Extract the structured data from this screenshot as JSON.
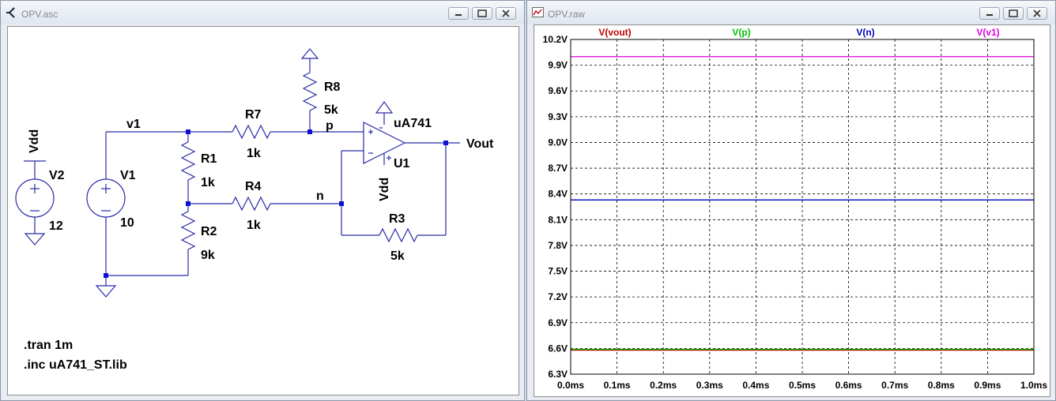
{
  "schematic_window": {
    "title": "OPV.asc",
    "components": {
      "vdd_label": "Vdd",
      "v2": {
        "name": "V2",
        "value": "12"
      },
      "v1": {
        "name": "V1",
        "value": "10"
      },
      "r1": {
        "name": "R1",
        "value": "1k"
      },
      "r2": {
        "name": "R2",
        "value": "9k"
      },
      "r3": {
        "name": "R3",
        "value": "5k"
      },
      "r4": {
        "name": "R4",
        "value": "1k"
      },
      "r7": {
        "name": "R7",
        "value": "1k"
      },
      "r8": {
        "name": "R8",
        "value": "5k"
      },
      "u1": {
        "name": "U1",
        "model": "uA741",
        "supply": "Vdd"
      }
    },
    "nets": {
      "v1": "v1",
      "p": "p",
      "n": "n",
      "vout": "Vout"
    },
    "directives": [
      ".tran 1m",
      ".inc uA741_ST.lib"
    ]
  },
  "waveform_window": {
    "title": "OPV.raw",
    "legend": [
      {
        "name": "V(vout)",
        "color": "#c00000"
      },
      {
        "name": "V(p)",
        "color": "#00c000"
      },
      {
        "name": "V(n)",
        "color": "#0000c0"
      },
      {
        "name": "V(v1)",
        "color": "#e000e0"
      }
    ]
  },
  "chart_data": {
    "type": "line",
    "x": [
      0,
      1
    ],
    "xlabel": "",
    "ylabel": "",
    "xlim": [
      0,
      1
    ],
    "ylim": [
      6.3,
      10.2
    ],
    "x_ticks": [
      "0.0ms",
      "0.1ms",
      "0.2ms",
      "0.3ms",
      "0.4ms",
      "0.5ms",
      "0.6ms",
      "0.7ms",
      "0.8ms",
      "0.9ms",
      "1.0ms"
    ],
    "y_ticks": [
      "10.2V",
      "9.9V",
      "9.6V",
      "9.3V",
      "9.0V",
      "8.7V",
      "8.4V",
      "8.1V",
      "7.8V",
      "7.5V",
      "7.2V",
      "6.9V",
      "6.6V",
      "6.3V"
    ],
    "grid": true,
    "series": [
      {
        "name": "V(vout)",
        "color": "#c00000",
        "values": [
          6.58,
          6.58
        ]
      },
      {
        "name": "V(p)",
        "color": "#00c000",
        "values": [
          6.59,
          6.59
        ]
      },
      {
        "name": "V(n)",
        "color": "#0000c0",
        "values": [
          8.33,
          8.33
        ]
      },
      {
        "name": "V(v1)",
        "color": "#e000e0",
        "values": [
          10.0,
          10.0
        ]
      }
    ]
  }
}
